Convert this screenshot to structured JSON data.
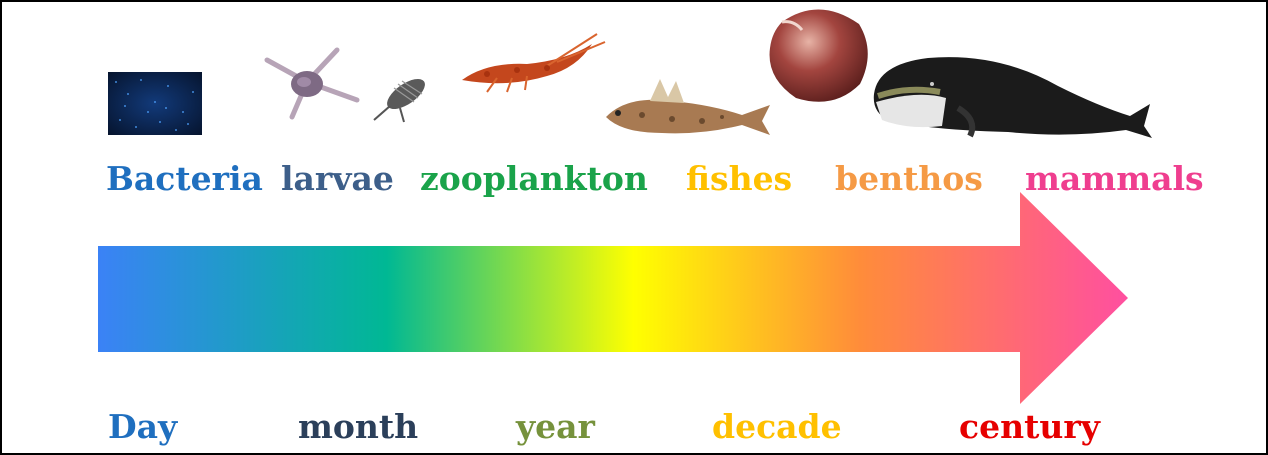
{
  "organisms": [
    {
      "label": "Bacteria",
      "color": "#1f6fbf",
      "icon": "bacteria-image"
    },
    {
      "label": "larvae",
      "color": "#3d5f8a",
      "icon": "larva-image"
    },
    {
      "label": "zooplankton",
      "color": "#1aa34a",
      "icon": "shrimp-image"
    },
    {
      "label": "fishes",
      "color": "#ffc000",
      "icon": "fish-image"
    },
    {
      "label": "benthos",
      "color": "#f59a45",
      "icon": "clam-image"
    },
    {
      "label": "mammals",
      "color": "#ef3e8f",
      "icon": "whale-image"
    }
  ],
  "timescales": [
    {
      "label": "Day",
      "color": "#1f6fbf"
    },
    {
      "label": "month",
      "color": "#2b3f5a"
    },
    {
      "label": "year",
      "color": "#76923c"
    },
    {
      "label": "decade",
      "color": "#ffc000"
    },
    {
      "label": "century",
      "color": "#e60000"
    }
  ],
  "arrow_gradient": [
    "#3b82f6",
    "#00b894",
    "#ffff00",
    "#ff8c3a",
    "#ff4fa0"
  ]
}
